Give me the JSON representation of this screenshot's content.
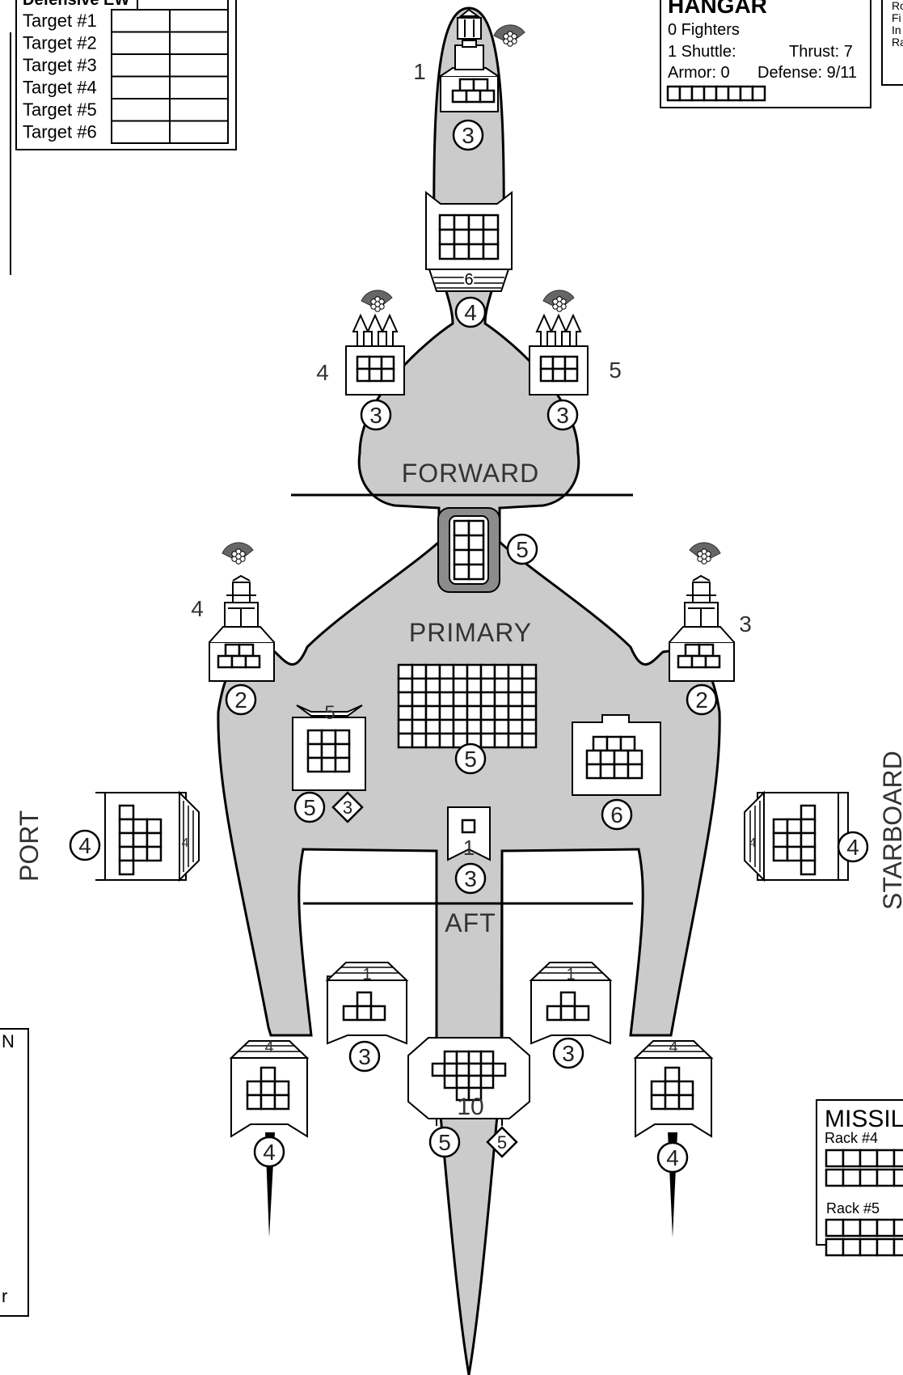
{
  "ew_table": {
    "header": "Defensive EW",
    "targets": [
      "Target #1",
      "Target #2",
      "Target #3",
      "Target #4",
      "Target #5",
      "Target #6"
    ]
  },
  "hangar": {
    "title": "HANGAR",
    "fighters": "0 Fighters",
    "shuttle": "1 Shuttle:",
    "thrust": "Thrust: 7",
    "armor": "Armor: 0",
    "defense": "Defense: 9/11",
    "shuttle_boxes": 8
  },
  "corner_abbrevs": [
    "Ro",
    "Fi",
    "In",
    "Ra"
  ],
  "sections": {
    "forward": "FORWARD",
    "primary": "PRIMARY",
    "aft": "AFT"
  },
  "sides": {
    "port": "PORT",
    "starboard": "STARBOARD"
  },
  "left_box_letters": {
    "top": "N",
    "bottom": "r"
  },
  "missile": {
    "title": "MISSIL",
    "rack4": "Rack #4",
    "rack5": "Rack #5"
  },
  "weapon_ids": {
    "nose": "1",
    "fwd_port": "4",
    "fwd_starboard": "5",
    "mid_port": "4",
    "mid_starboard": "3"
  },
  "system_values": {
    "nose_struct": "3",
    "fwd_main": "4",
    "fwd_hull_label": "6",
    "fwd_port_struct": "3",
    "fwd_starboard_struct": "3",
    "spine": "5",
    "mid_port_struct": "2",
    "mid_starboard_struct": "2",
    "left_sys_label": "5",
    "left_sys_struct": "5",
    "left_sys_diamond": "3",
    "primary_struct": "5",
    "right_sys_struct": "6",
    "center_label": "1",
    "center_struct": "3",
    "port_side_struct": "4",
    "port_side_inner": "4",
    "starboard_side_struct": "4",
    "starboard_side_inner": "4",
    "aft_left_label": "1",
    "aft_left_struct": "3",
    "aft_right_label": "1",
    "aft_right_struct": "3",
    "engine_label": "10",
    "engine_struct": "5",
    "engine_diamond": "5",
    "thruster_left_label": "4",
    "thruster_left_struct": "4",
    "thruster_right_label": "4",
    "thruster_right_struct": "4"
  }
}
